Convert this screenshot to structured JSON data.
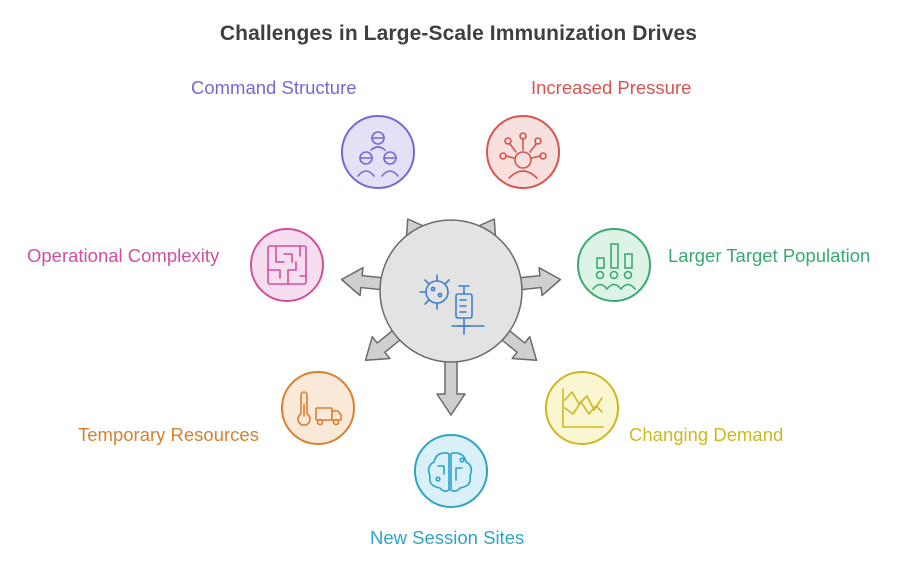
{
  "title": "Challenges in Large-Scale Immunization Drives",
  "center": {
    "icon": "virus-vaccine-icon"
  },
  "challenges": [
    {
      "key": "command",
      "label": "Command Structure",
      "icon": "hierarchy-people-icon",
      "color": "#7a66d6",
      "fill": "#e4e0f6"
    },
    {
      "key": "pressure",
      "label": "Increased Pressure",
      "icon": "stressed-person-icon",
      "color": "#d9534f",
      "fill": "#f8e0df"
    },
    {
      "key": "ops",
      "label": "Operational Complexity",
      "icon": "maze-icon",
      "color": "#d24fa0",
      "fill": "#f6def0"
    },
    {
      "key": "target",
      "label": "Larger Target Population",
      "icon": "population-chart-icon",
      "color": "#3aaa72",
      "fill": "#dcf3e6"
    },
    {
      "key": "temp",
      "label": "Temporary Resources",
      "icon": "thermometer-truck-icon",
      "color": "#d9802f",
      "fill": "#fae9d8"
    },
    {
      "key": "demand",
      "label": "Changing Demand",
      "icon": "fluctuating-chart-icon",
      "color": "#cdb81f",
      "fill": "#fbf6d2"
    },
    {
      "key": "sites",
      "label": "New Session Sites",
      "icon": "circuit-brain-icon",
      "color": "#2ea3c8",
      "fill": "#d9f0f8"
    }
  ]
}
